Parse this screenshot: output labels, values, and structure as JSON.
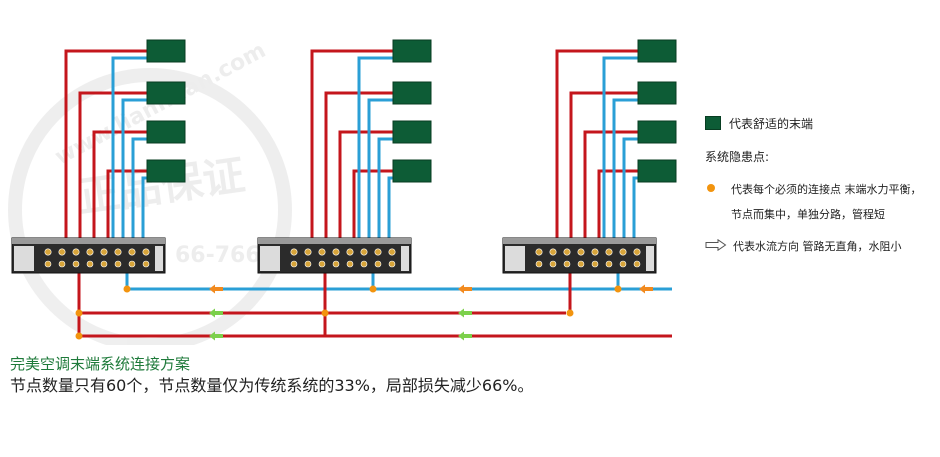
{
  "colors": {
    "supply_pipe": "#c4161c",
    "return_pipe": "#2a9fd6",
    "terminal": "#0d5c36",
    "node": "#f2940f",
    "flow_arrow_blue": "#f28a1e",
    "flow_arrow_red": "#7cd04b"
  },
  "legend": {
    "terminal_label": "代表舒适的末端",
    "hazard_heading": "系统隐患点:",
    "node_line1": "代表每个必须的连接点   末端水力平衡，",
    "node_line2": "节点而集中，单独分路，管程短",
    "flow_label": "代表水流方向    管路无直角，水阻小"
  },
  "caption": {
    "title": "完美空调末端系统连接方案",
    "description": "节点数量只有60个，节点数量仅为传统系统的33%，局部损失减少66%。"
  },
  "watermark": {
    "url": "www.lianhuan.com",
    "brand": "正品保证",
    "phone": "66-766"
  },
  "icons": {
    "terminal": "green-square-icon",
    "node": "orange-dot-icon",
    "flow": "outline-arrow-icon"
  }
}
